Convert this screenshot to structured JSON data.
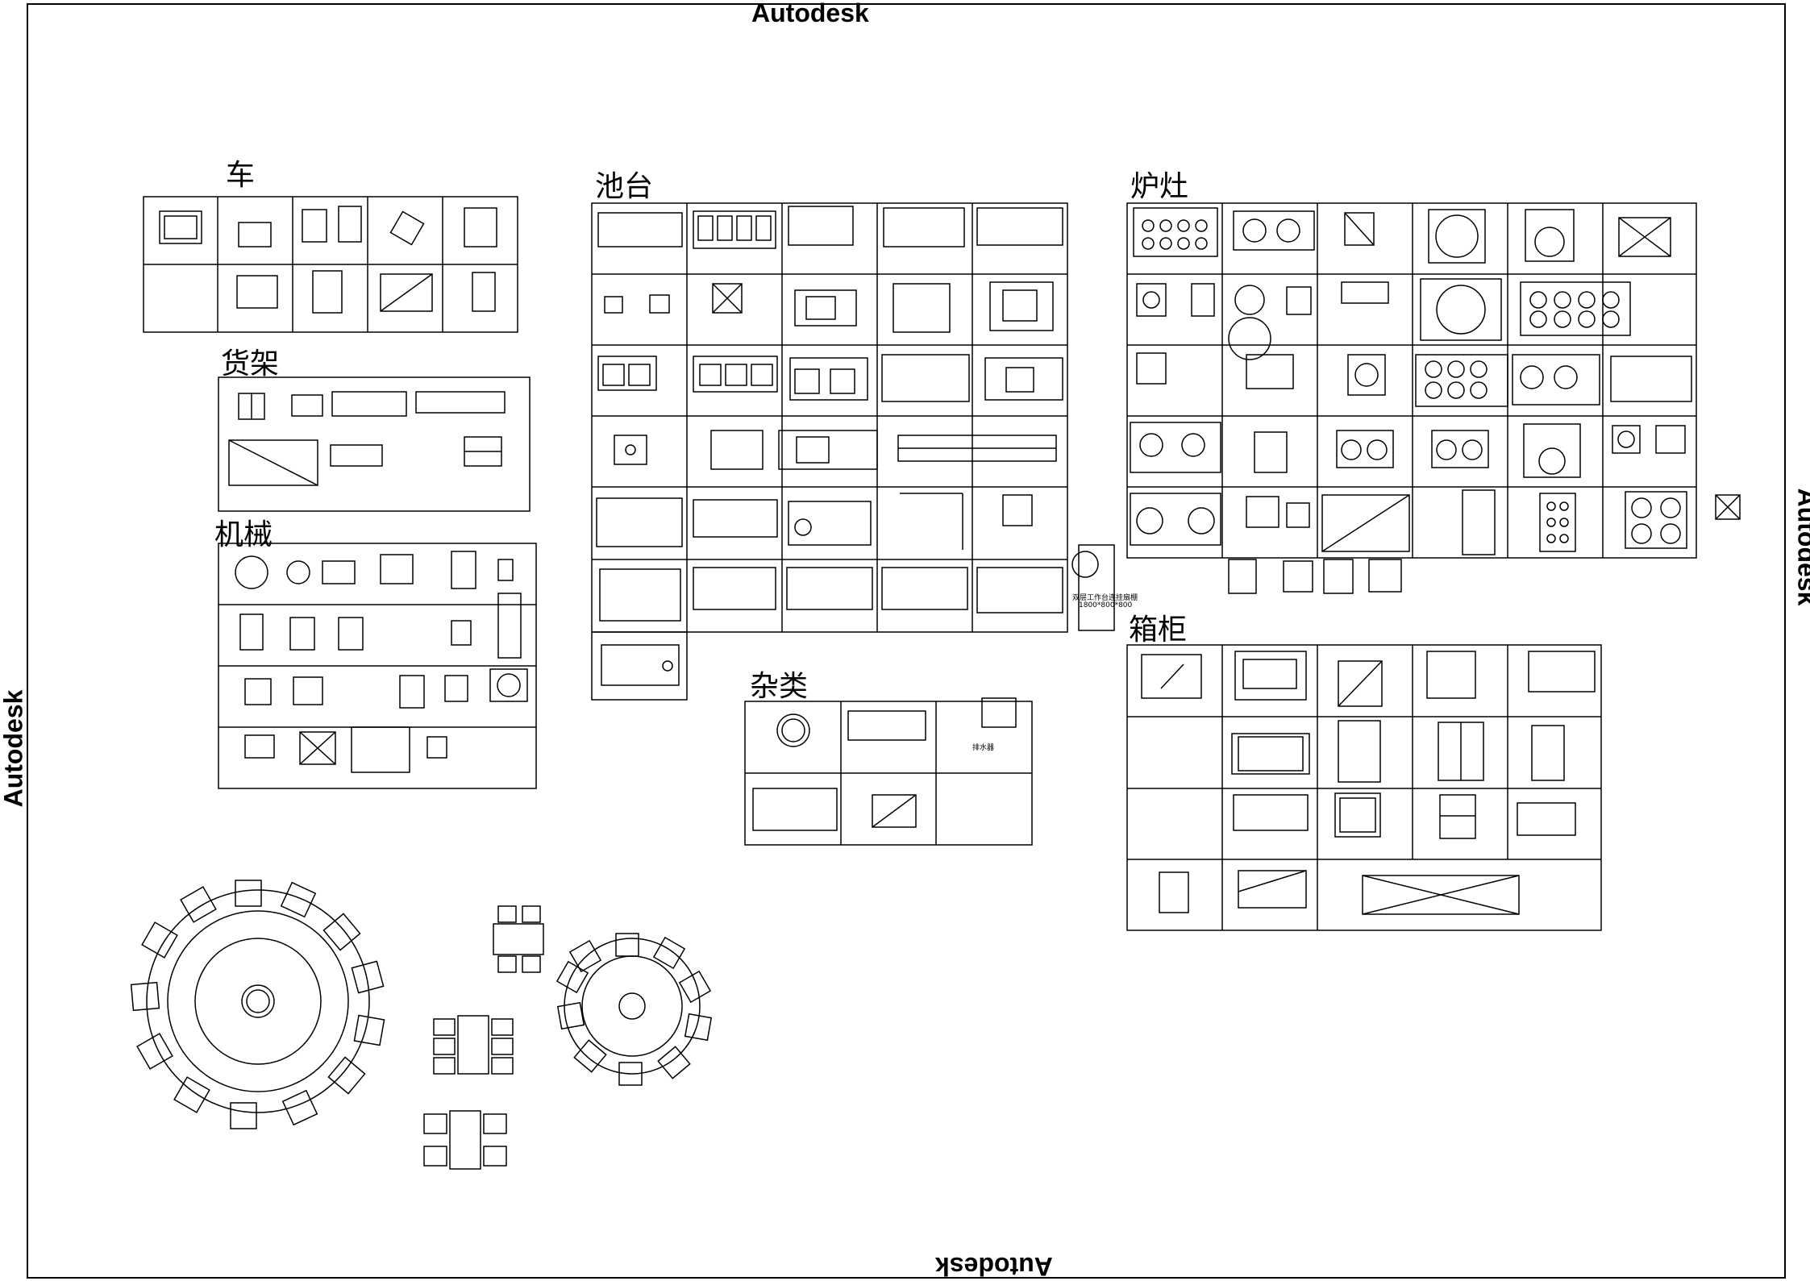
{
  "watermark": {
    "top": "Autodesk",
    "bottom": "Autodesk",
    "left": "Autodesk",
    "right": "Autodesk"
  },
  "sections": {
    "cart": "车",
    "shelf": "货架",
    "machinery": "机械",
    "sink": "池台",
    "stove": "炉灶",
    "cabinet": "箱柜",
    "misc": "杂类"
  },
  "notes": {
    "workbench": "双层工作台连挂扇棚",
    "workbench_size": "1800*800*800",
    "misc_1": "排水器"
  },
  "colors": {
    "line": "#000000",
    "background": "#ffffff"
  }
}
